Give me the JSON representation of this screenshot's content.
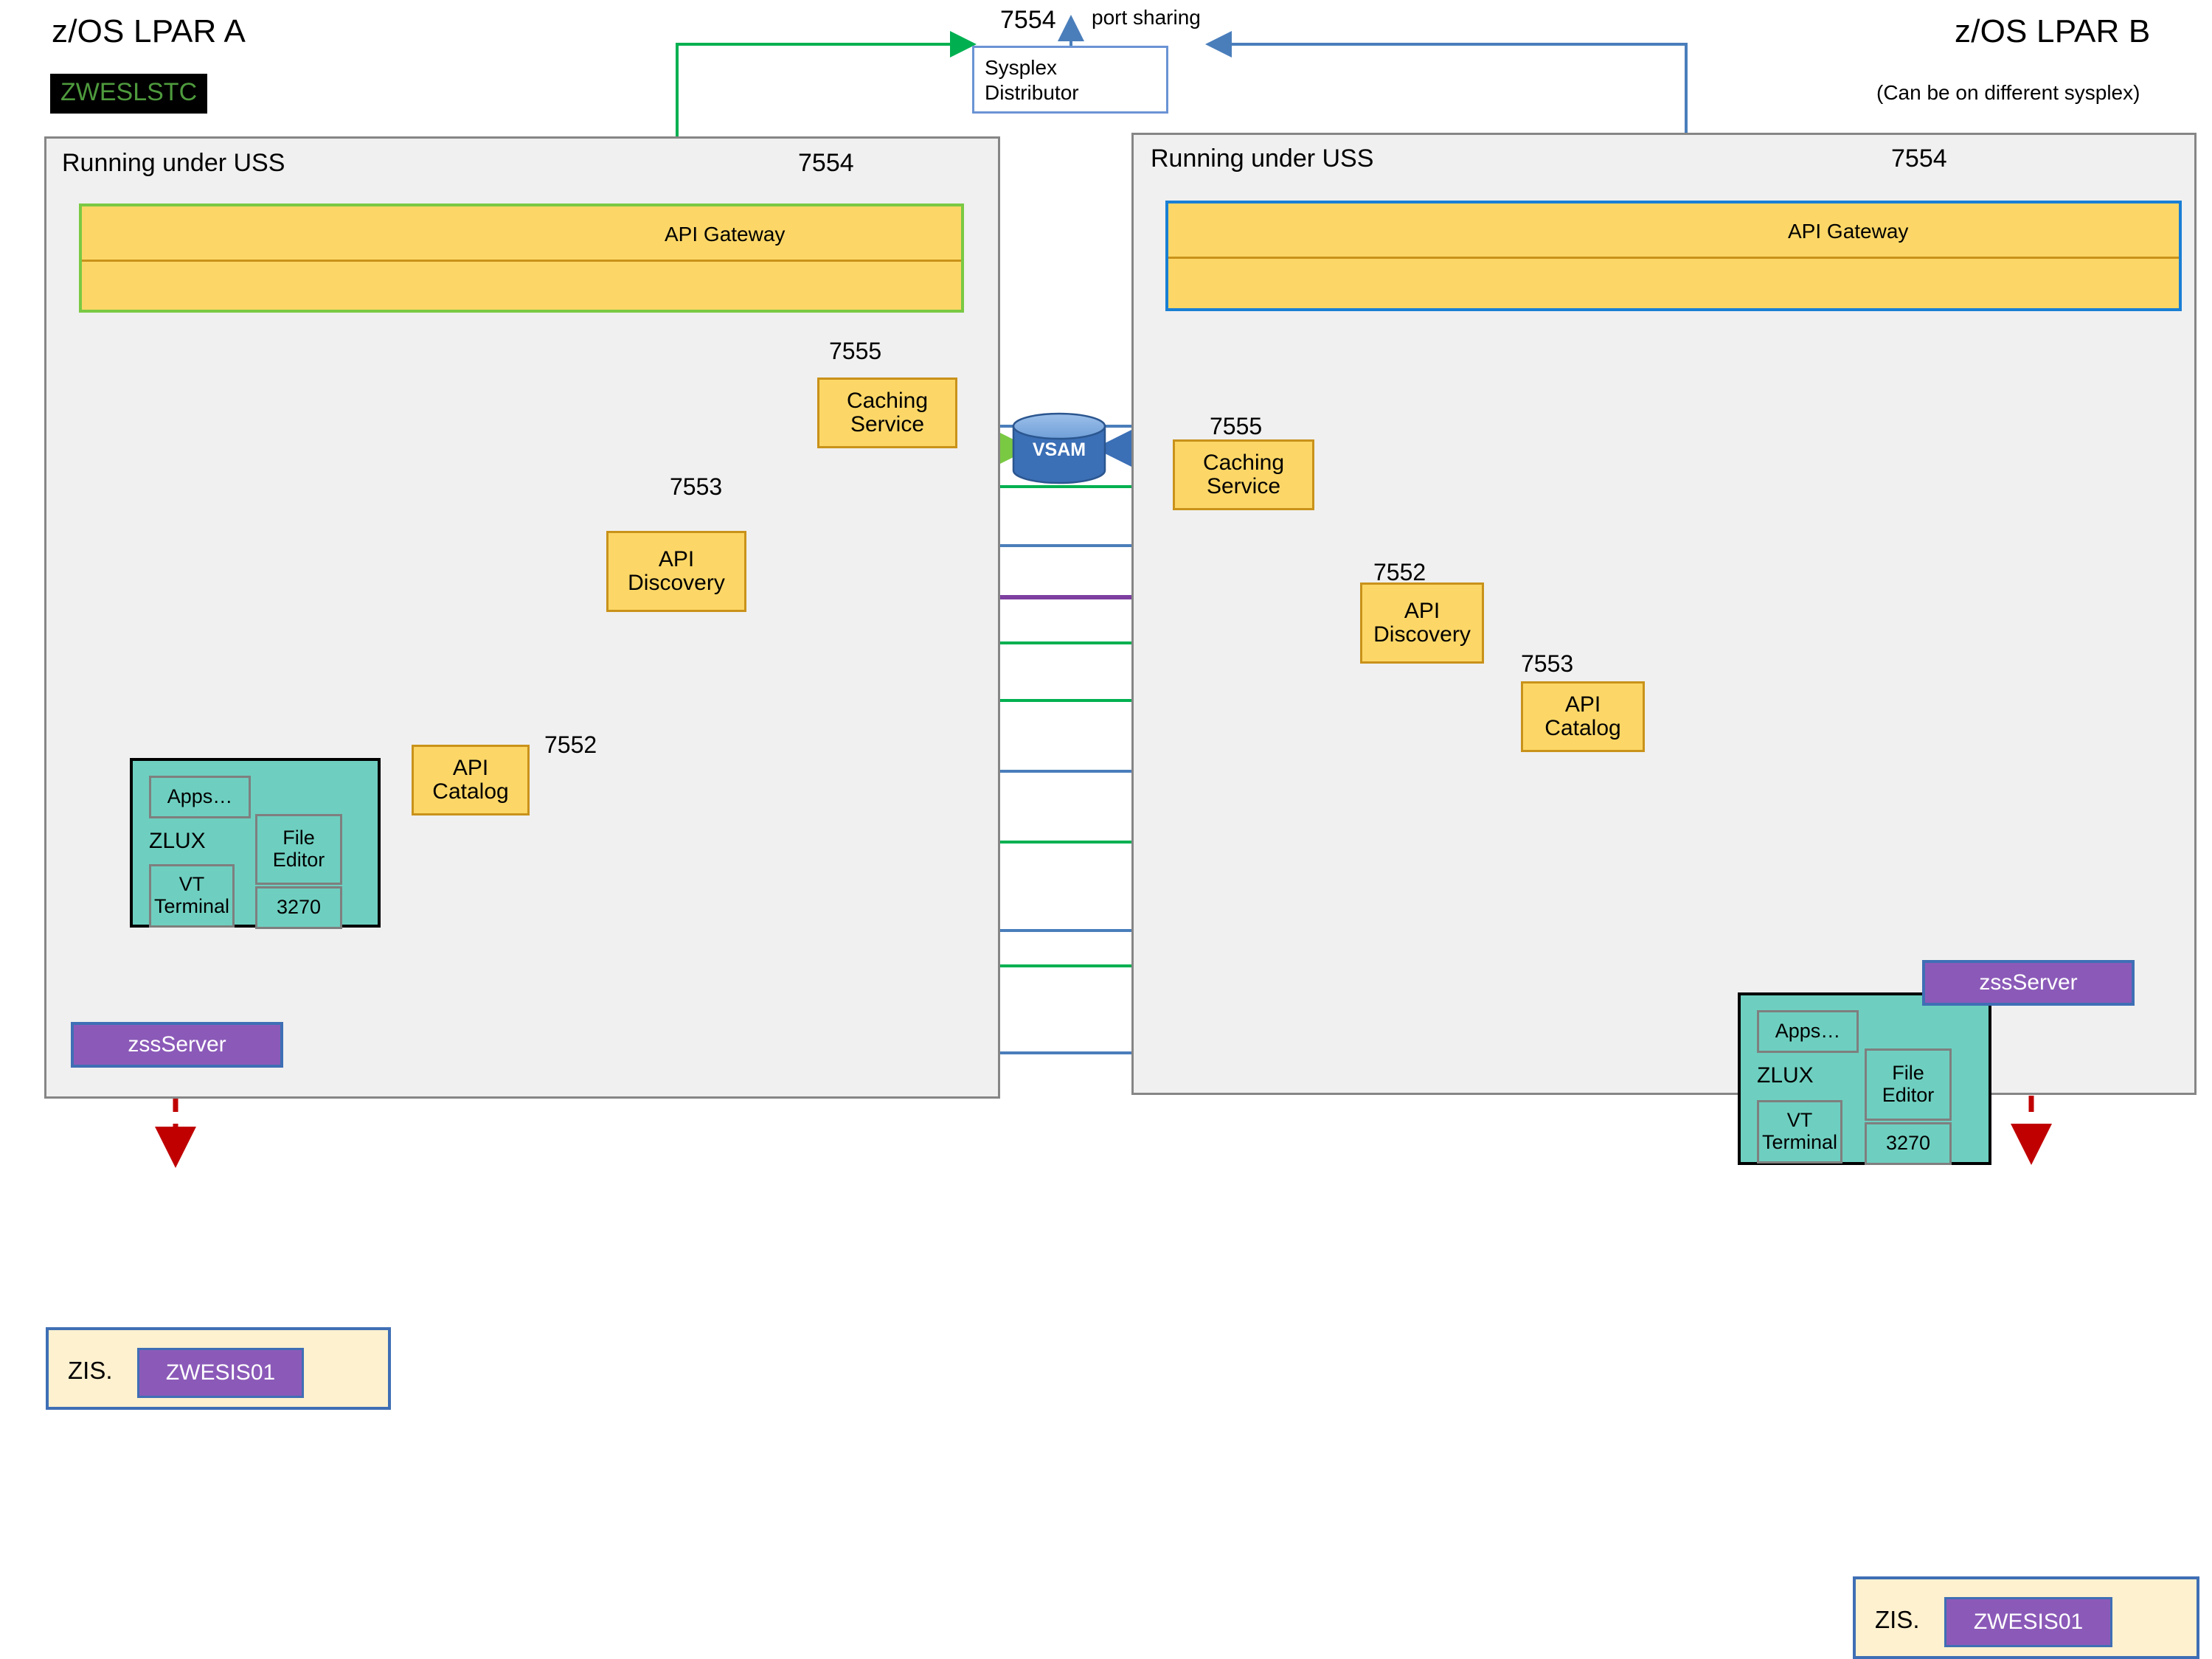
{
  "diagram": {
    "title_left": "z/OS LPAR A",
    "title_right": "z/OS LPAR B",
    "right_note": "(Can be on different sysplex)",
    "started_task": "ZWESLSTC",
    "port_sharing_label": "port sharing",
    "sysplex": {
      "line1": "Sysplex",
      "line2": "Distributor",
      "port": "7554"
    },
    "vsam_label": "VSAM",
    "colors": {
      "gateway_fill": "#fcd767",
      "gateway_border_left": "#7ac943",
      "gateway_border_right": "#1a7fd4",
      "service_fill": "#fcd767",
      "service_border": "#c9921a",
      "zlux_fill": "#6ecfc0",
      "zss_fill": "#8b5ab8",
      "zis_fill": "#fdf1cf",
      "vsam_fill": "#3b6fb6",
      "flow_green": "#00b050",
      "flow_blue": "#4a7ebb",
      "flow_purple": "#7d3fa0",
      "flow_red": "#c00000",
      "container_fill": "#f0f0f0",
      "container_border": "#868686",
      "stc_text": "#4e9a3d"
    }
  },
  "lpar_a": {
    "uss_label": "Running under USS",
    "gateway": {
      "label": "API Gateway",
      "port": "7554"
    },
    "services": [
      {
        "name": "caching-service",
        "line1": "Caching",
        "line2": "Service",
        "port": "7555"
      },
      {
        "name": "api-discovery",
        "line1": "API",
        "line2": "Discovery",
        "port": "7553"
      },
      {
        "name": "api-catalog",
        "line1": "API",
        "line2": "Catalog",
        "port": "7552"
      }
    ],
    "zlux": {
      "name": "ZLUX",
      "cells": [
        {
          "label": "Apps…"
        },
        {
          "label": "File\nEditor"
        },
        {
          "label": "VT\nTerminal"
        },
        {
          "label": "3270"
        }
      ]
    },
    "zss_server": "zssServer",
    "zis": {
      "label": "ZIS.",
      "chip": "ZWESIS01"
    }
  },
  "lpar_b": {
    "uss_label": "Running under USS",
    "gateway": {
      "label": "API Gateway",
      "port": "7554"
    },
    "services": [
      {
        "name": "caching-service",
        "line1": "Caching",
        "line2": "Service",
        "port": "7555"
      },
      {
        "name": "api-discovery",
        "line1": "API",
        "line2": "Discovery",
        "port": "7552"
      },
      {
        "name": "api-catalog",
        "line1": "API",
        "line2": "Catalog",
        "port": "7553"
      }
    ],
    "zlux": {
      "name": "ZLUX",
      "cells": [
        {
          "label": "Apps…"
        },
        {
          "label": "File\nEditor"
        },
        {
          "label": "VT\nTerminal"
        },
        {
          "label": "3270"
        }
      ]
    },
    "zss_server": "zssServer",
    "zis": {
      "label": "ZIS.",
      "chip": "ZWESIS01"
    }
  }
}
